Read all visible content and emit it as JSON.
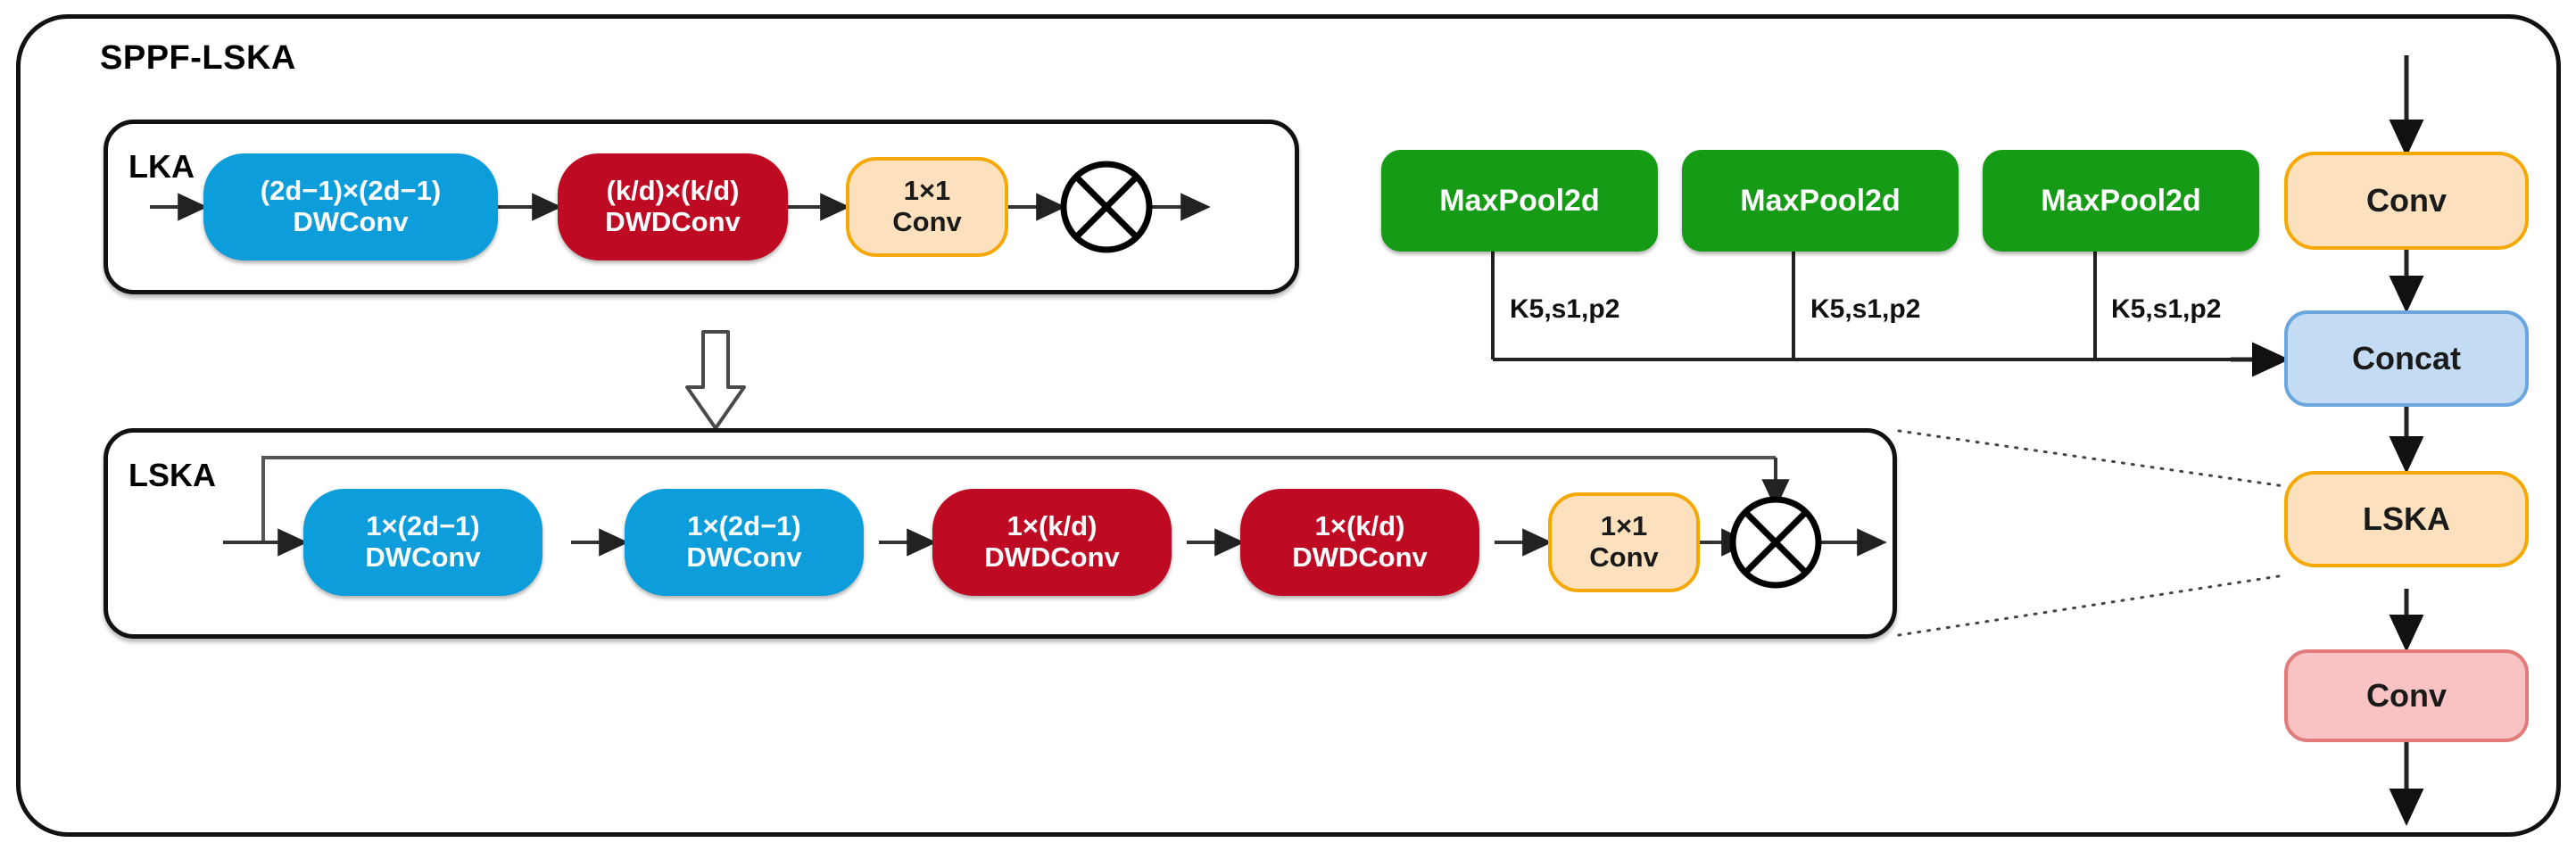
{
  "diagram": {
    "title": "SPPF-LSKA",
    "type": "neural-network-architecture-diagram"
  },
  "groups": {
    "lka": {
      "title": "LKA"
    },
    "lska": {
      "title": "LSKA"
    }
  },
  "lka_row": {
    "nodes": [
      {
        "id": "lka-dwconv",
        "line1": "(2d−1)×(2d−1)",
        "line2": "DWConv",
        "color": "#0d9ddb",
        "style": "blue"
      },
      {
        "id": "lka-dwdconv",
        "line1": "(k/d)×(k/d)",
        "line2": "DWDConv",
        "color": "#bf0a24",
        "style": "darkred"
      },
      {
        "id": "lka-conv1x1",
        "line1": "1×1",
        "line2": "Conv",
        "color": "#fde0bd",
        "style": "peach"
      }
    ],
    "operator": "⊗"
  },
  "lska_row": {
    "nodes": [
      {
        "id": "lska-dwconv-1",
        "line1": "1×(2d−1)",
        "line2": "DWConv",
        "color": "#0d9ddb",
        "style": "blue"
      },
      {
        "id": "lska-dwconv-2",
        "line1": "1×(2d−1)",
        "line2": "DWConv",
        "color": "#0d9ddb",
        "style": "blue"
      },
      {
        "id": "lska-dwdconv-1",
        "line1": "1×(k/d)",
        "line2": "DWDConv",
        "color": "#bf0a24",
        "style": "darkred"
      },
      {
        "id": "lska-dwdconv-2",
        "line1": "1×(k/d)",
        "line2": "DWDConv",
        "color": "#bf0a24",
        "style": "darkred"
      },
      {
        "id": "lska-conv1x1",
        "line1": "1×1",
        "line2": "Conv",
        "color": "#fde0bd",
        "style": "peach"
      }
    ],
    "operator": "⊗"
  },
  "sppf": {
    "maxpools": [
      {
        "id": "maxpool-3",
        "label": "MaxPool2d",
        "params": "K5,s1,p2",
        "color": "#169b16"
      },
      {
        "id": "maxpool-2",
        "label": "MaxPool2d",
        "params": "K5,s1,p2",
        "color": "#169b16"
      },
      {
        "id": "maxpool-1",
        "label": "MaxPool2d",
        "params": "K5,s1,p2",
        "color": "#169b16"
      }
    ],
    "right_column": [
      {
        "id": "conv-in",
        "label": "Conv",
        "color": "#fde0bd",
        "border": "#f5a800"
      },
      {
        "id": "concat",
        "label": "Concat",
        "color": "#c3dcf3",
        "border": "#6aa6dd"
      },
      {
        "id": "lska-blk",
        "label": "LSKA",
        "color": "#fde0bd",
        "border": "#f5a800"
      },
      {
        "id": "conv-out",
        "label": "Conv",
        "color": "#f9c3c3",
        "border": "#e27b7b"
      }
    ]
  },
  "colors": {
    "blue": "#0d9ddb",
    "dark_red": "#bf0a24",
    "green": "#169b16",
    "peach_fill": "#fde0bd",
    "peach_border": "#f5a800",
    "light_blue_fill": "#c3dcf3",
    "light_blue_border": "#6aa6dd",
    "pink_fill": "#f9c3c3",
    "pink_border": "#e27b7b",
    "stroke": "#111111"
  }
}
